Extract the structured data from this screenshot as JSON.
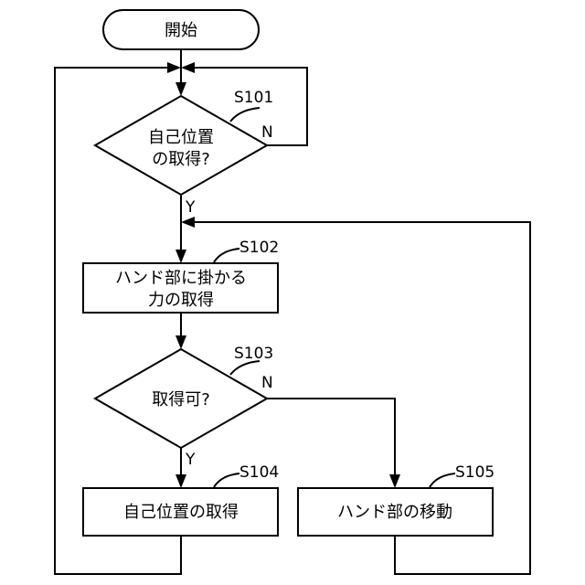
{
  "nodes": {
    "start": {
      "text": "開始"
    },
    "s101": {
      "line1": "自己位置",
      "line2": "の取得?",
      "step": "S101",
      "no": "N",
      "yes": "Y"
    },
    "s102": {
      "line1": "ハンド部に掛かる",
      "line2": "力の取得",
      "step": "S102"
    },
    "s103": {
      "text": "取得可?",
      "step": "S103",
      "no": "N",
      "yes": "Y"
    },
    "s104": {
      "text": "自己位置の取得",
      "step": "S104"
    },
    "s105": {
      "text": "ハンド部の移動",
      "step": "S105"
    }
  }
}
